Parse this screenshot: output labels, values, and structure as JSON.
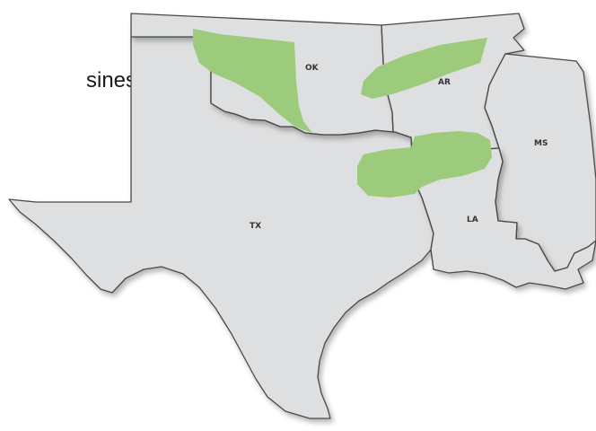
{
  "text_fragment": "siness",
  "map": {
    "states": [
      {
        "id": "tx",
        "label": "TX"
      },
      {
        "id": "ok",
        "label": "OK"
      },
      {
        "id": "ar",
        "label": "AR"
      },
      {
        "id": "la",
        "label": "LA"
      },
      {
        "id": "ms",
        "label": "MS"
      }
    ],
    "colors": {
      "state_fill": "#dedfe0",
      "border": "#4a4a4a",
      "highlight": "#9ccb7b"
    }
  }
}
